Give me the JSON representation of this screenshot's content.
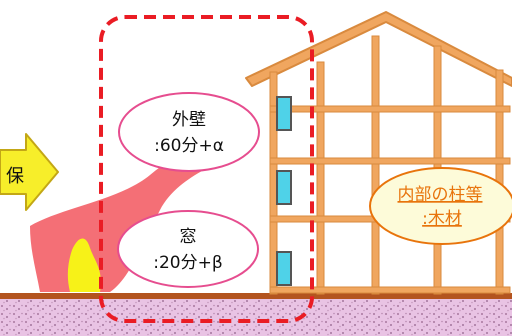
{
  "arrow_label": "保",
  "wall_label": {
    "line1": "外壁",
    "line2": ":60分+α"
  },
  "window_label": {
    "line1": "窓",
    "line2": ":20分+β"
  },
  "interior_label": {
    "line1": "内部の柱等",
    "line2": ":木材"
  },
  "colors": {
    "frame_wood": "#f0a65f",
    "frame_stroke": "#d98a3e",
    "dashed_outline": "#ea1c24",
    "flame": "#f46f76",
    "flame_core": "#f7f218",
    "arrow_fill": "#f7ee2a",
    "label_orange": "#e8740c",
    "window_fill": "#4fd2e8",
    "ground_fill": "#e9c3e4",
    "ground_line": "#b3541f"
  }
}
